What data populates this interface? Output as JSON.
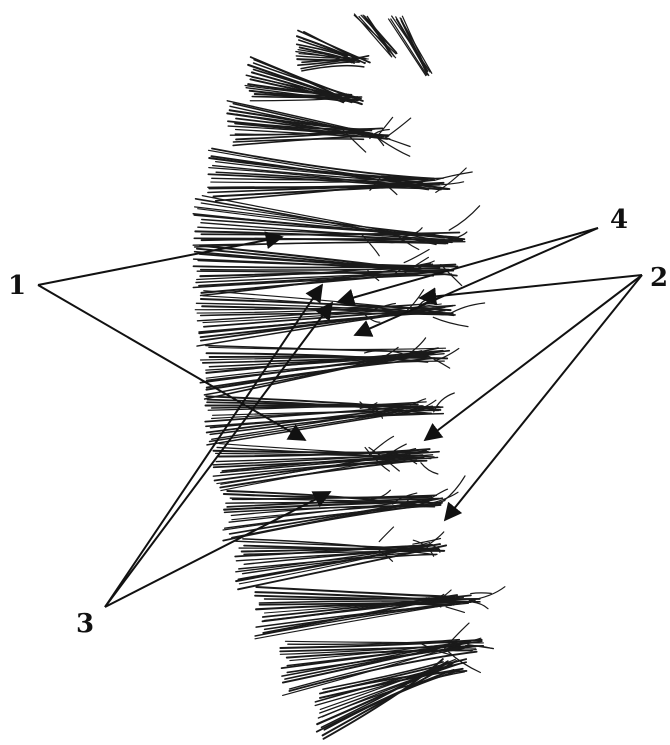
{
  "figure": {
    "labels": [
      "1",
      "2",
      "3",
      "4"
    ],
    "ink_color": "#1a1a1a",
    "background_color": "#ffffff"
  }
}
